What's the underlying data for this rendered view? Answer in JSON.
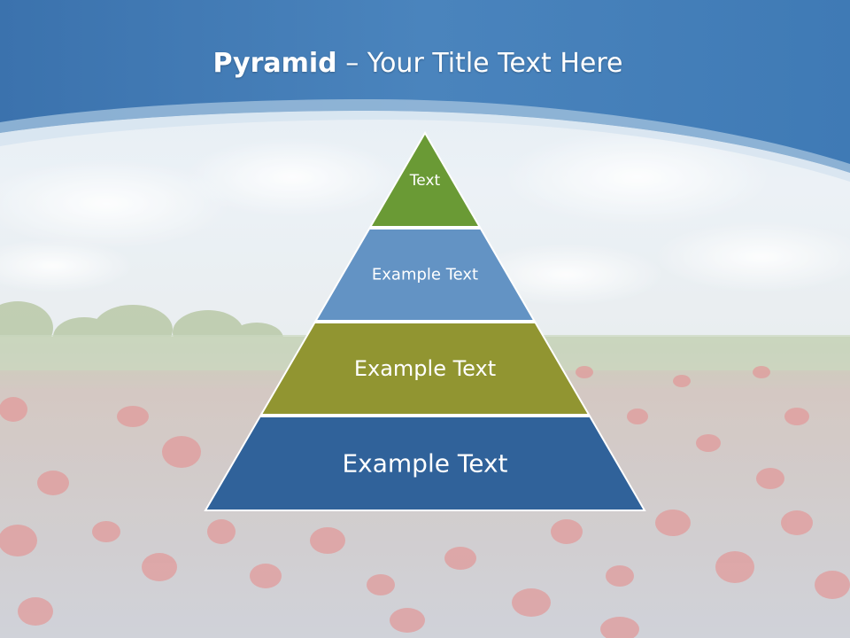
{
  "slide": {
    "title_bold": "Pyramid",
    "title_dash": " – ",
    "title_rest": "Your Title Text Here"
  },
  "pyramid": {
    "tiers": [
      {
        "label": "Text",
        "color": "#6a9a35"
      },
      {
        "label": "Example Text",
        "color": "#6393c4"
      },
      {
        "label": "Example Text",
        "color": "#919531"
      },
      {
        "label": "Example Text",
        "color": "#30629a"
      }
    ]
  },
  "colors": {
    "banner": "#3e78b4",
    "sky": "#c9dced",
    "field": "#b7a9a9"
  }
}
